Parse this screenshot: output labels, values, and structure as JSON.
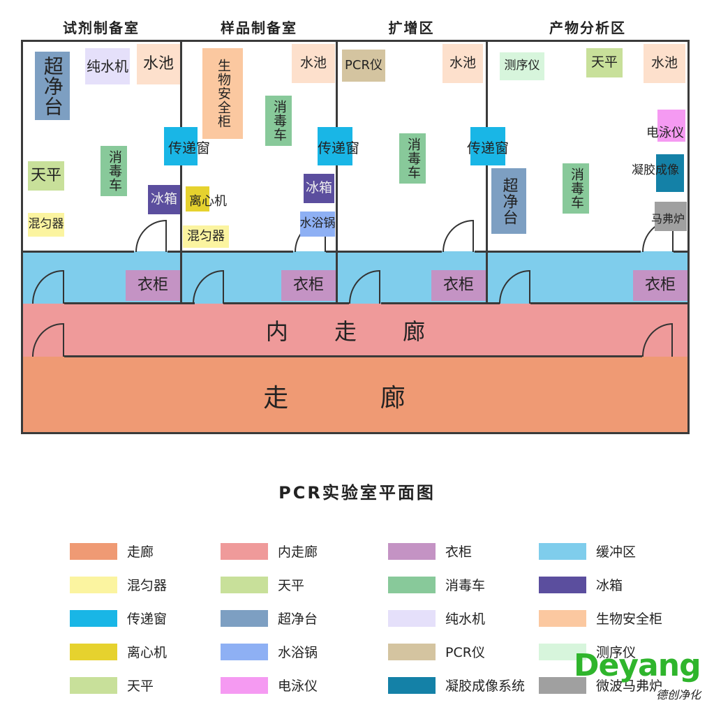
{
  "room_titles": [
    "试剂制备室",
    "样品制备室",
    "扩增区",
    "产物分析区"
  ],
  "diagram_title": "PCR实验室平面图",
  "corridor_inner": "内 走 廊",
  "corridor_outer": "走 廊",
  "equipment": {
    "chaojingtai": "超净台",
    "chunshuiji": "纯水机",
    "shuichi": "水池",
    "shengwuanquangui": "生物安全柜",
    "xiaoduche": "消毒车",
    "chuandichuang": "传递窗",
    "tianping": "天平",
    "bingxiang": "冰箱",
    "lixinji": "离心机",
    "hunyunqi": "混匀器",
    "shuiyuguo": "水浴锅",
    "pcryi": "PCR仪",
    "cexuyi": "测序仪",
    "dianyongyi": "电泳仪",
    "ningjiaochengxiang": "凝胶成像",
    "mafulu": "马弗炉",
    "yigui": "衣柜"
  },
  "legend": [
    {
      "label": "走廊",
      "color": "#ef9a74"
    },
    {
      "label": "内走廊",
      "color": "#ef9a9a"
    },
    {
      "label": "衣柜",
      "color": "#c493c4"
    },
    {
      "label": "缓冲区",
      "color": "#7fcdec"
    },
    {
      "label": "混匀器",
      "color": "#fbf4a0"
    },
    {
      "label": "天平",
      "color": "#c8e09a"
    },
    {
      "label": "消毒车",
      "color": "#88c99a"
    },
    {
      "label": "冰箱",
      "color": "#5b4e9e"
    },
    {
      "label": "传递窗",
      "color": "#19b6e6"
    },
    {
      "label": "超净台",
      "color": "#7d9fc2"
    },
    {
      "label": "纯水机",
      "color": "#e5e0fa"
    },
    {
      "label": "生物安全柜",
      "color": "#fbc8a0"
    },
    {
      "label": "离心机",
      "color": "#e6d22e"
    },
    {
      "label": "水浴锅",
      "color": "#8eb0f4"
    },
    {
      "label": "PCR仪",
      "color": "#d4c4a0"
    },
    {
      "label": "测序仪",
      "color": "#d7f5dc"
    },
    {
      "label": "天平",
      "color": "#c8e09a"
    },
    {
      "label": "电泳仪",
      "color": "#f59af2"
    },
    {
      "label": "凝胶成像系统",
      "color": "#1481a7"
    },
    {
      "label": "微波马弗炉",
      "color": "#a0a0a0"
    }
  ],
  "logo": {
    "main": "Deyang",
    "sub": "德创净化"
  }
}
